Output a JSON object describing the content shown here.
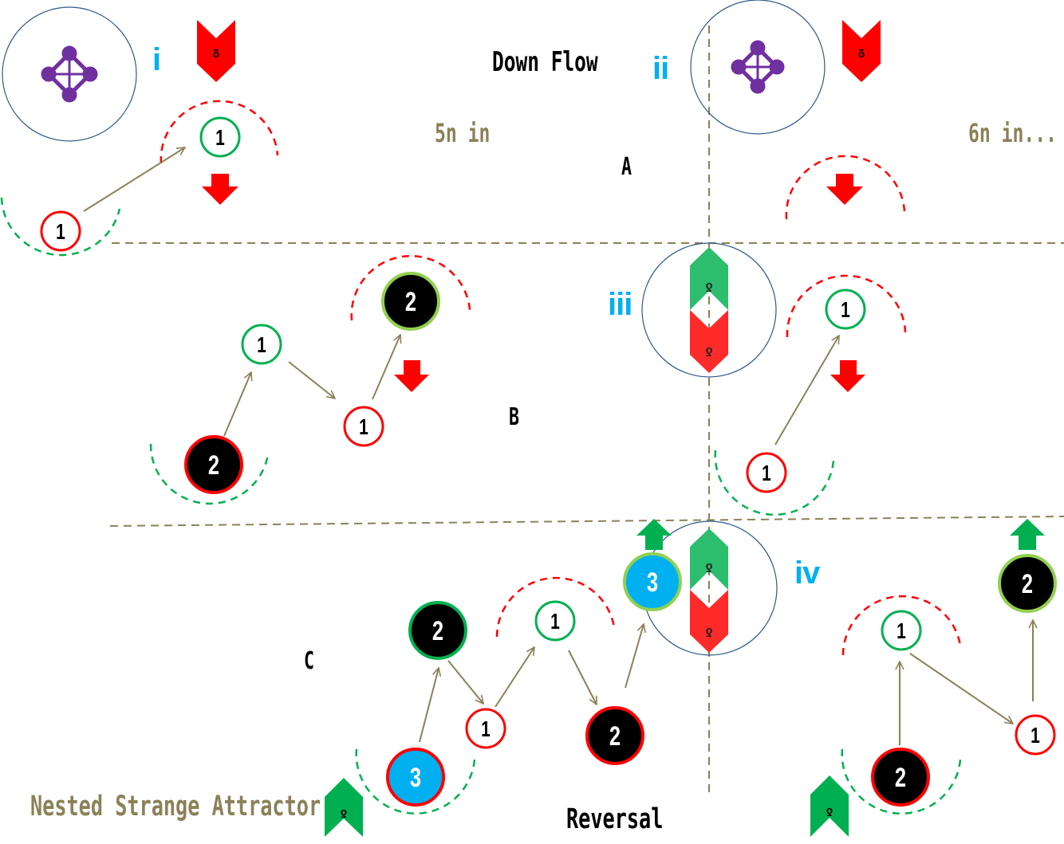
{
  "title": "Down Flow",
  "subtitle_left": "5n in",
  "subtitle_right": "6n in...",
  "section_labels": {
    "A": "A",
    "B": "B",
    "C": "C"
  },
  "roman_labels": {
    "i": "i",
    "ii": "ii",
    "iii": "iii",
    "iv": "iv"
  },
  "footer_left": "Nested Strange Attractor",
  "footer_center": "Reversal",
  "colors": {
    "red": "#ff0000",
    "green": "#00b050",
    "light_green": "#92d050",
    "blue": "#00b0f0",
    "olive": "#8b8158",
    "purple": "#7030a0",
    "outline_blue": "#2e5a8a",
    "chevron_green": "#2dbd6e",
    "chevron_red": "#ff2a2a"
  },
  "chevron_symbol": "δ",
  "nodes": [
    {
      "id": "A1-red",
      "label": "1",
      "fill": "white",
      "ring": "red"
    },
    {
      "id": "A1-green",
      "label": "1",
      "fill": "white",
      "ring": "green"
    },
    {
      "id": "B2-red",
      "label": "2",
      "fill": "black",
      "ring": "red"
    },
    {
      "id": "B1-green",
      "label": "1",
      "fill": "white",
      "ring": "green"
    },
    {
      "id": "B1-red",
      "label": "1",
      "fill": "white",
      "ring": "red"
    },
    {
      "id": "B2-lightgreen",
      "label": "2",
      "fill": "black",
      "ring": "lightgreen"
    },
    {
      "id": "B6-1-red",
      "label": "1",
      "fill": "white",
      "ring": "red"
    },
    {
      "id": "B6-1-green",
      "label": "1",
      "fill": "white",
      "ring": "green"
    },
    {
      "id": "C3-red",
      "label": "3",
      "fill": "blue",
      "ring": "red"
    },
    {
      "id": "C2-green",
      "label": "2",
      "fill": "black",
      "ring": "green"
    },
    {
      "id": "C1-red",
      "label": "1",
      "fill": "white",
      "ring": "red"
    },
    {
      "id": "C1-green",
      "label": "1",
      "fill": "white",
      "ring": "green"
    },
    {
      "id": "C2-red",
      "label": "2",
      "fill": "black",
      "ring": "red"
    },
    {
      "id": "C3-lightgreen",
      "label": "3",
      "fill": "blue",
      "ring": "lightgreen"
    },
    {
      "id": "D2-red",
      "label": "2",
      "fill": "black",
      "ring": "red"
    },
    {
      "id": "D1-green",
      "label": "1",
      "fill": "white",
      "ring": "green"
    },
    {
      "id": "D1-red",
      "label": "1",
      "fill": "white",
      "ring": "red"
    },
    {
      "id": "D2-lightgreen",
      "label": "2",
      "fill": "black",
      "ring": "lightgreen"
    }
  ]
}
